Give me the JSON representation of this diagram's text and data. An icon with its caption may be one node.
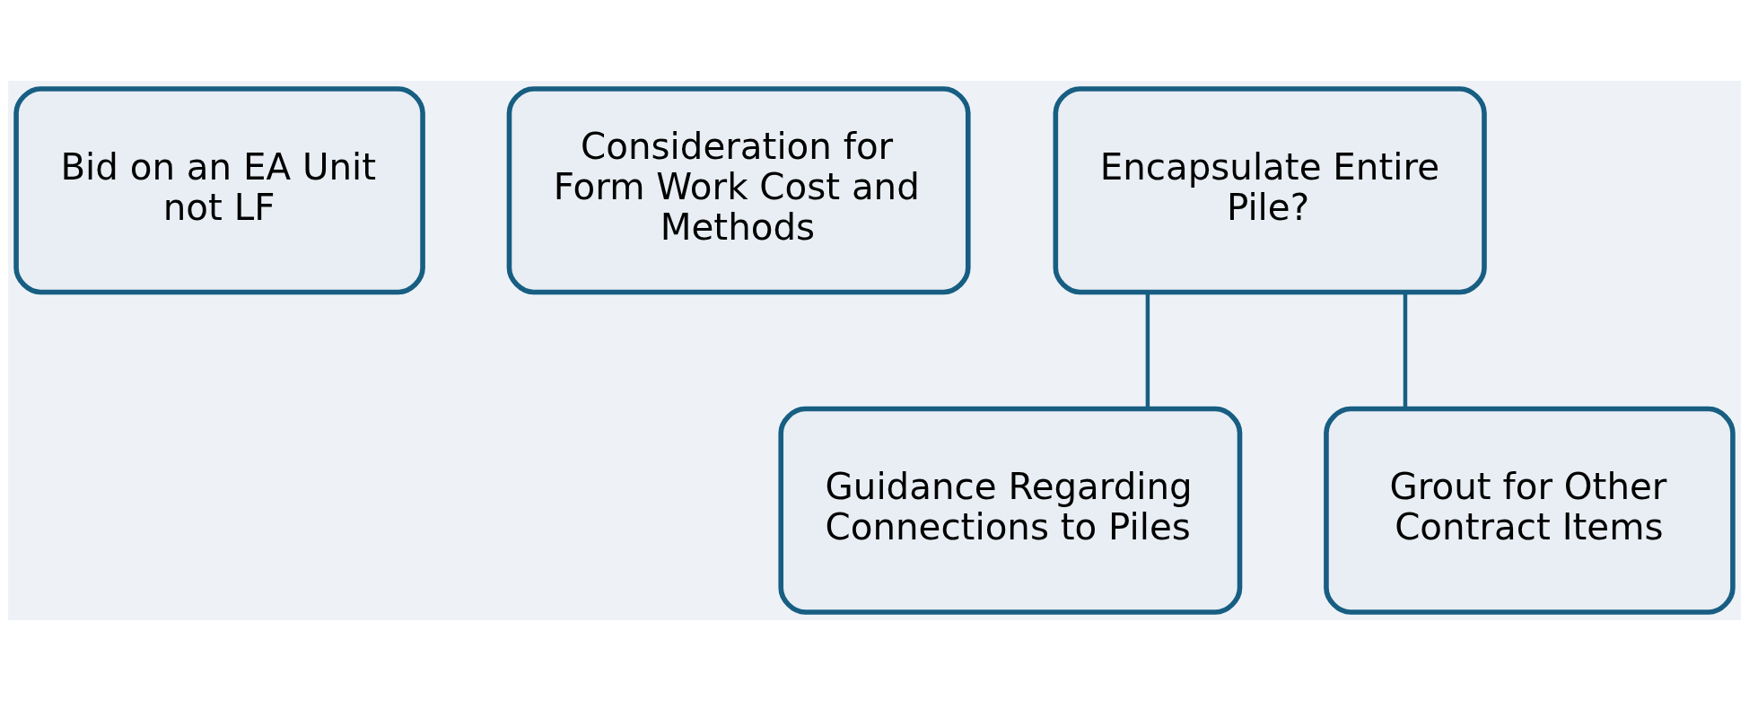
{
  "diagram": {
    "nodes": [
      {
        "text": [
          "Bid on an EA Unit not LF"
        ]
      },
      {
        "text": [
          "Consideration for Form Work Cost and Methods"
        ]
      },
      {
        "text": [
          "Encapsulate Entire Pile?"
        ]
      },
      {
        "text": [
          "Guidance Regarding Connections to Piles"
        ]
      },
      {
        "text": [
          "Grout for Other Contract Items"
        ]
      }
    ],
    "edges": [
      {
        "from": 2,
        "to": 3,
        "arrow": "none"
      },
      {
        "from": 2,
        "to": 4,
        "arrow": "none"
      }
    ]
  }
}
